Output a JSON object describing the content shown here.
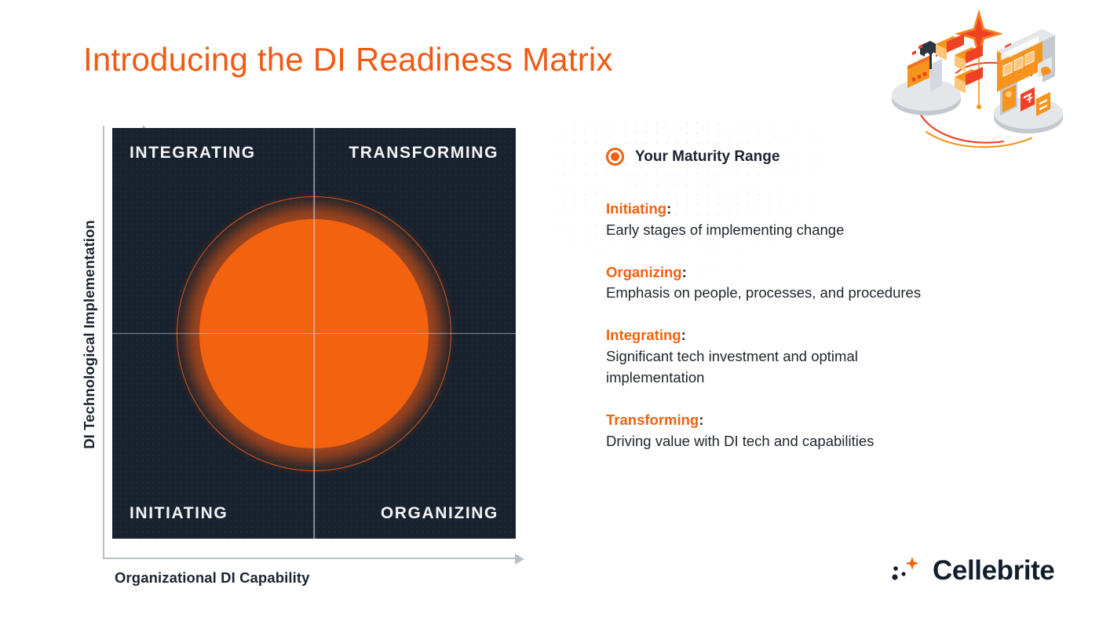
{
  "title": "Introducing the DI Readiness Matrix",
  "colors": {
    "accent_orange": "#f2620f",
    "title_orange": "#f05a14",
    "panel_dark": "#18222e",
    "text_dark": "#1b2430",
    "axis_gray": "#b9bfc7"
  },
  "matrix": {
    "quadrants": {
      "top_left": "INTEGRATING",
      "top_right": "TRANSFORMING",
      "bottom_left": "INITIATING",
      "bottom_right": "ORGANIZING"
    },
    "y_axis_label": "DI Technological Implementation",
    "x_axis_label": "Organizational DI Capability"
  },
  "legend": {
    "marker_icon": "filled-circle-ring-icon",
    "label": "Your Maturity Range"
  },
  "stages": [
    {
      "term": "Initiating",
      "colon": ":",
      "description": "Early stages of implementing change"
    },
    {
      "term": "Organizing",
      "colon": ":",
      "description": "Emphasis on people, processes, and procedures"
    },
    {
      "term": "Integrating",
      "colon": ":",
      "description": "Significant tech investment and optimal implementation"
    },
    {
      "term": "Transforming",
      "colon": ":",
      "description": "Driving value with DI tech and capabilities"
    }
  ],
  "logo": {
    "text": "Cellebrite",
    "mark_icon": "dots-and-star-icon"
  },
  "illustration": {
    "icon": "isometric-analyst-and-devices-illustration"
  },
  "chart_data": {
    "type": "scatter",
    "title": "DI Readiness Matrix",
    "xlabel": "Organizational DI Capability",
    "ylabel": "DI Technological Implementation",
    "xlim": [
      0,
      1
    ],
    "ylim": [
      0,
      1
    ],
    "grid": false,
    "quadrants": [
      {
        "name": "INITIATING",
        "x_range": [
          0,
          0.5
        ],
        "y_range": [
          0,
          0.5
        ]
      },
      {
        "name": "ORGANIZING",
        "x_range": [
          0.5,
          1
        ],
        "y_range": [
          0,
          0.5
        ]
      },
      {
        "name": "INTEGRATING",
        "x_range": [
          0,
          0.5
        ],
        "y_range": [
          0.5,
          1
        ]
      },
      {
        "name": "TRANSFORMING",
        "x_range": [
          0.5,
          1
        ],
        "y_range": [
          0.5,
          1
        ]
      }
    ],
    "series": [
      {
        "name": "Your Maturity Range",
        "marker": "filled-circle-with-glow",
        "color": "#f2620f",
        "center": [
          0.42,
          0.5
        ],
        "radius_fraction": 0.285,
        "halo_radius_fraction": 0.34
      }
    ],
    "legend_position": "right"
  }
}
